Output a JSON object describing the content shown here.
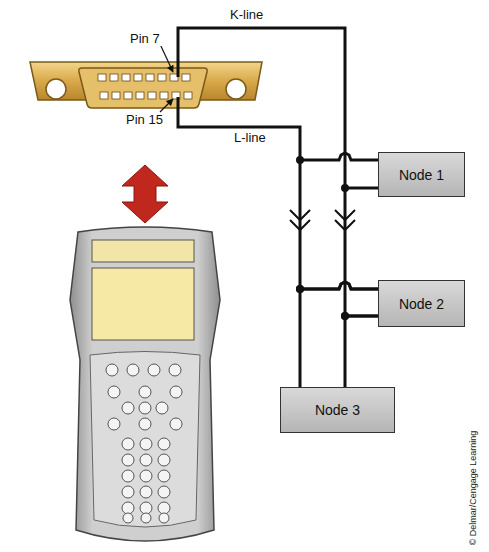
{
  "diagram": {
    "nodes": [
      {
        "text": [
          "Node 1"
        ]
      },
      {
        "text": [
          "Node 2"
        ]
      },
      {
        "text": [
          "Node 3"
        ]
      }
    ],
    "edges": [
      {
        "from": 0,
        "to": 1,
        "arrow": "none"
      },
      {
        "from": 1,
        "to": 2,
        "arrow": "none"
      },
      {
        "from": 0,
        "to": 1,
        "arrow": "none"
      },
      {
        "from": 1,
        "to": 2,
        "arrow": "none"
      }
    ],
    "labels": [
      "K-line",
      "Pin 7",
      "Pin 15",
      "L-line",
      "© Delmar/Cengage Learning"
    ]
  }
}
